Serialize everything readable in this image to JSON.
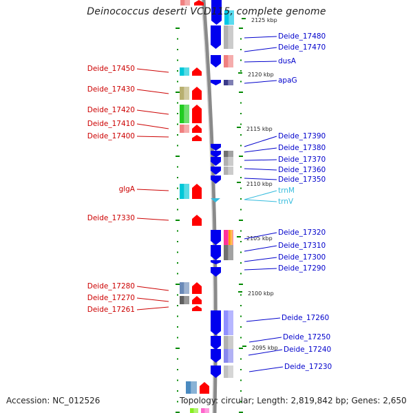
{
  "title": "Deinococcus deserti VCD115, complete genome",
  "colors": {
    "left_label": "#cc0000",
    "right_label": "#0000cc",
    "rna_label": "#33bbdd",
    "red_gene": "#ff0000",
    "blue_gene": "#0000ee",
    "cyan_gene": "#00c8e6",
    "backbone": "#8a8a8a",
    "tick": "#008800"
  },
  "scale": {
    "labels": [
      "2125 kbp",
      "2120 kbp",
      "2115 kbp",
      "2110 kbp",
      "2105 kbp",
      "2100 kbp",
      "2095 kbp"
    ]
  },
  "left_genes": [
    {
      "label": "Deide_17450"
    },
    {
      "label": "Deide_17430"
    },
    {
      "label": "Deide_17420"
    },
    {
      "label": "Deide_17410"
    },
    {
      "label": "Deide_17400"
    },
    {
      "label": "glgA"
    },
    {
      "label": "Deide_17330"
    },
    {
      "label": "Deide_17280"
    },
    {
      "label": "Deide_17270"
    },
    {
      "label": "Deide_17261"
    }
  ],
  "right_genes": [
    {
      "label": "Deide_17480"
    },
    {
      "label": "Deide_17470"
    },
    {
      "label": "dusA"
    },
    {
      "label": "apaG"
    },
    {
      "label": "Deide_17390"
    },
    {
      "label": "Deide_17380"
    },
    {
      "label": "Deide_17370"
    },
    {
      "label": "Deide_17360"
    },
    {
      "label": "Deide_17350"
    },
    {
      "label": "trnM"
    },
    {
      "label": "trnV"
    },
    {
      "label": "Deide_17320"
    },
    {
      "label": "Deide_17310"
    },
    {
      "label": "Deide_17300"
    },
    {
      "label": "Deide_17290"
    },
    {
      "label": "Deide_17260"
    },
    {
      "label": "Deide_17250"
    },
    {
      "label": "Deide_17240"
    },
    {
      "label": "Deide_17230"
    }
  ],
  "footer": {
    "accession": "Accession: NC_012526",
    "summary": "Topology: circular; Length: 2,819,842 bp; Genes: 2,650"
  }
}
